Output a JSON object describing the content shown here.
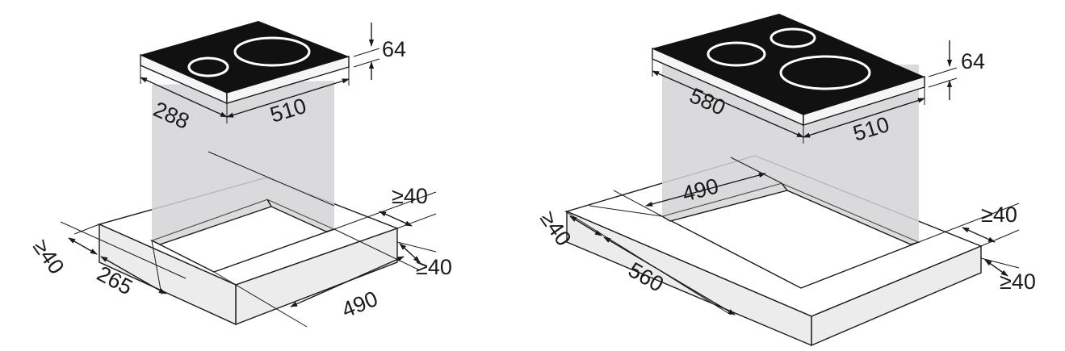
{
  "colors": {
    "glass": "#111111",
    "projection": "#d3d3d6",
    "counter_top": "#ffffff",
    "counter_side": "#ececec",
    "cutout_floor": "#ffffff",
    "cutout_wall": "#dcdcdc",
    "hob_edge": "#f5f5f5",
    "zone_ring": "#ffffff"
  },
  "left": {
    "height": "64",
    "depth": "288",
    "width": "510",
    "cut_depth": "265",
    "cut_width": "490",
    "front_clear": "≥40",
    "side_clear_top": "≥40",
    "side_clear_bottom": "≥40"
  },
  "right": {
    "height": "64",
    "depth": "580",
    "width": "510",
    "cut_width": "490",
    "cut_depth": "560",
    "front_clear": "≥40",
    "side_clear_top": "≥40",
    "side_clear_bottom": "≥40"
  }
}
